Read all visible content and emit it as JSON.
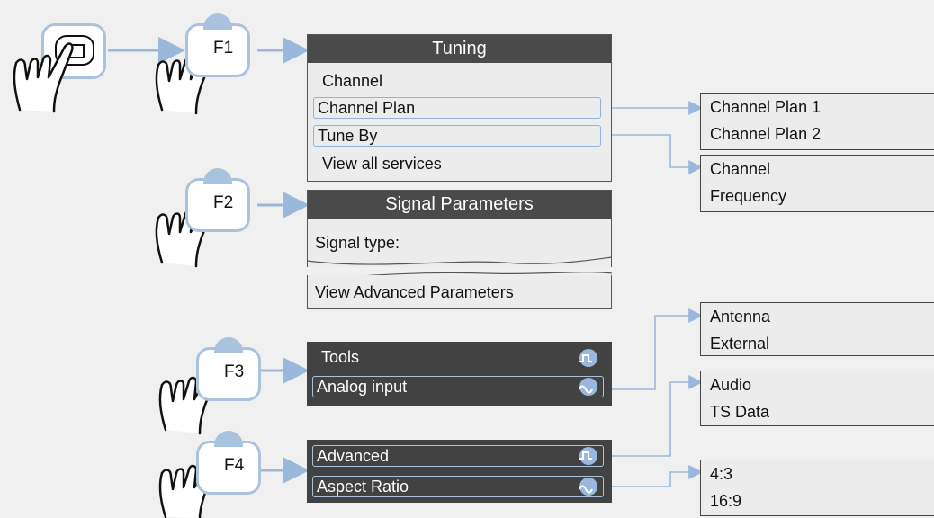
{
  "keys": {
    "power_icon": "power-button",
    "f1": "F1",
    "f2": "F2",
    "f3": "F3",
    "f4": "F4"
  },
  "tuning": {
    "title": "Tuning",
    "items": [
      "Channel",
      "Channel Plan",
      "Tune By",
      "View all services"
    ]
  },
  "signal": {
    "title": "Signal Parameters",
    "signal_type": "Signal type:",
    "advanced": "View Advanced Parameters"
  },
  "tools": {
    "items": [
      "Tools",
      "Analog input"
    ]
  },
  "advanced": {
    "items": [
      "Advanced",
      "Aspect Ratio"
    ]
  },
  "options": {
    "channel_plan": [
      "Channel Plan 1",
      "Channel Plan 2"
    ],
    "tune_by": [
      "Channel",
      "Frequency"
    ],
    "analog_input": [
      "Antenna",
      "External"
    ],
    "advanced": [
      "Audio",
      "TS Data"
    ],
    "aspect_ratio": [
      "4:3",
      "16:9"
    ]
  },
  "colors": {
    "accent": "#8fb3d9",
    "panel_dark": "#4a4a4a",
    "background": "#f0f0f0"
  }
}
